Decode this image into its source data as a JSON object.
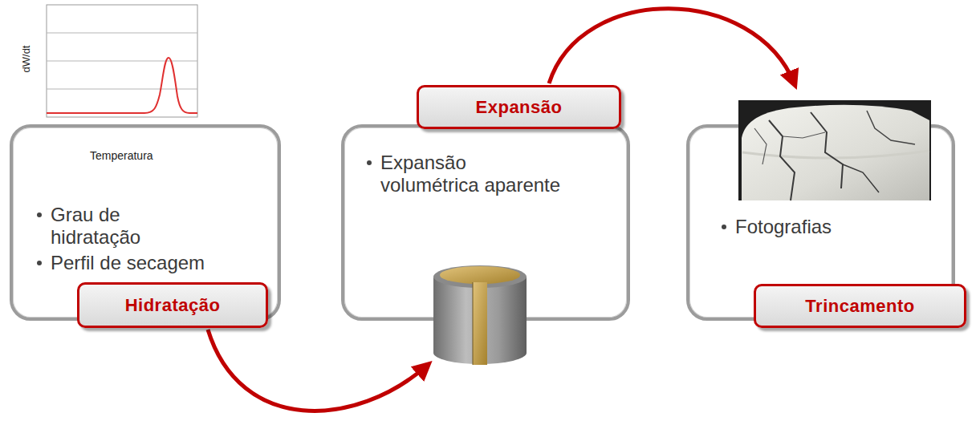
{
  "diagram": {
    "nodes": [
      {
        "text": [
          "Grau de hidratação",
          "Perfil de secagem"
        ]
      },
      {
        "text": [
          "Hidratação"
        ],
        "in": 0
      },
      {
        "text": [
          "Expansão volumétrica aparente"
        ]
      },
      {
        "text": [
          "Expansão"
        ],
        "in": 2
      },
      {
        "text": [
          "Fotografias"
        ]
      },
      {
        "text": [
          "Trincamento"
        ],
        "in": 4
      }
    ],
    "edges": [
      {
        "from": 1,
        "to": 2,
        "arrow": "to"
      },
      {
        "from": 3,
        "to": 4,
        "arrow": "to"
      }
    ],
    "labels": [
      "dW/dt",
      "Temperatura"
    ]
  }
}
